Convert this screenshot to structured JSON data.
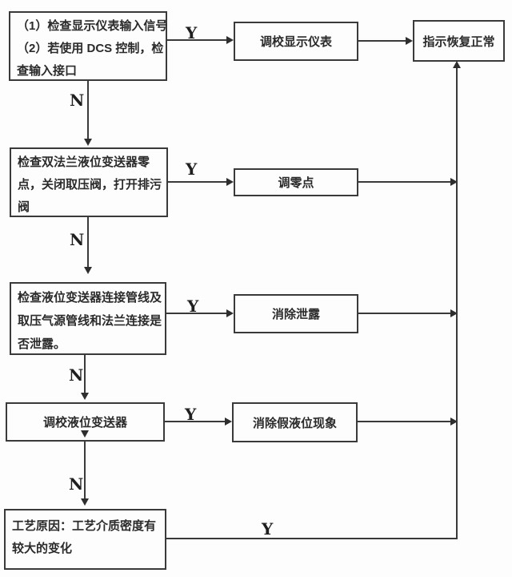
{
  "diagram": {
    "type": "flowchart",
    "colors": {
      "background": "#fdfdfd",
      "line": "#3a3a3a",
      "text": "#2b2b2b"
    },
    "branch_labels": {
      "yes": "Y",
      "no": "N"
    },
    "nodes": {
      "check_display_input": {
        "lines": [
          "（1）检查显示仪表输入信号",
          "（2）若使用 DCS 控制，检",
          "查输入接口"
        ]
      },
      "check_flange_zero": {
        "lines": [
          "检查双法兰液位变送器零",
          "点，关闭取压阀，打开排污",
          "阀"
        ]
      },
      "check_leakage": {
        "lines": [
          "检查液位变送器连接管线及",
          "取压气源管线和法兰连接是",
          "否泄露。"
        ]
      },
      "calibrate_transmitter": {
        "text": "调校液位变送器"
      },
      "process_reason": {
        "lines": [
          "工艺原因：工艺介质密度有",
          "较大的变化"
        ]
      },
      "adjust_display_meter": {
        "text": "调校显示仪表"
      },
      "adjust_zero_point": {
        "text": "调零点"
      },
      "eliminate_leakage": {
        "text": "消除泄露"
      },
      "eliminate_false_level": {
        "text": "消除假液位现象"
      },
      "indication_restored": {
        "text": "指示恢复正常"
      }
    }
  }
}
